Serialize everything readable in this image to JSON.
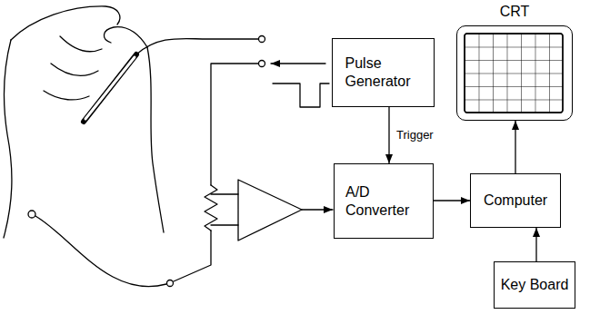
{
  "diagram": {
    "nodes": [
      {
        "text": [
          "CRT"
        ]
      },
      {
        "text": [
          "Pulse Generator"
        ]
      },
      {
        "text": [
          "A/D Converter"
        ]
      },
      {
        "text": [
          "Computer"
        ]
      },
      {
        "text": [
          "Key Board"
        ]
      }
    ],
    "edges": [
      {
        "from": 1,
        "to": 2,
        "arrow": "to",
        "label": "Trigger"
      },
      {
        "from": 2,
        "to": 3,
        "arrow": "to"
      },
      {
        "from": 3,
        "to": 0,
        "arrow": "to"
      },
      {
        "from": 4,
        "to": 3,
        "arrow": "to"
      }
    ]
  }
}
